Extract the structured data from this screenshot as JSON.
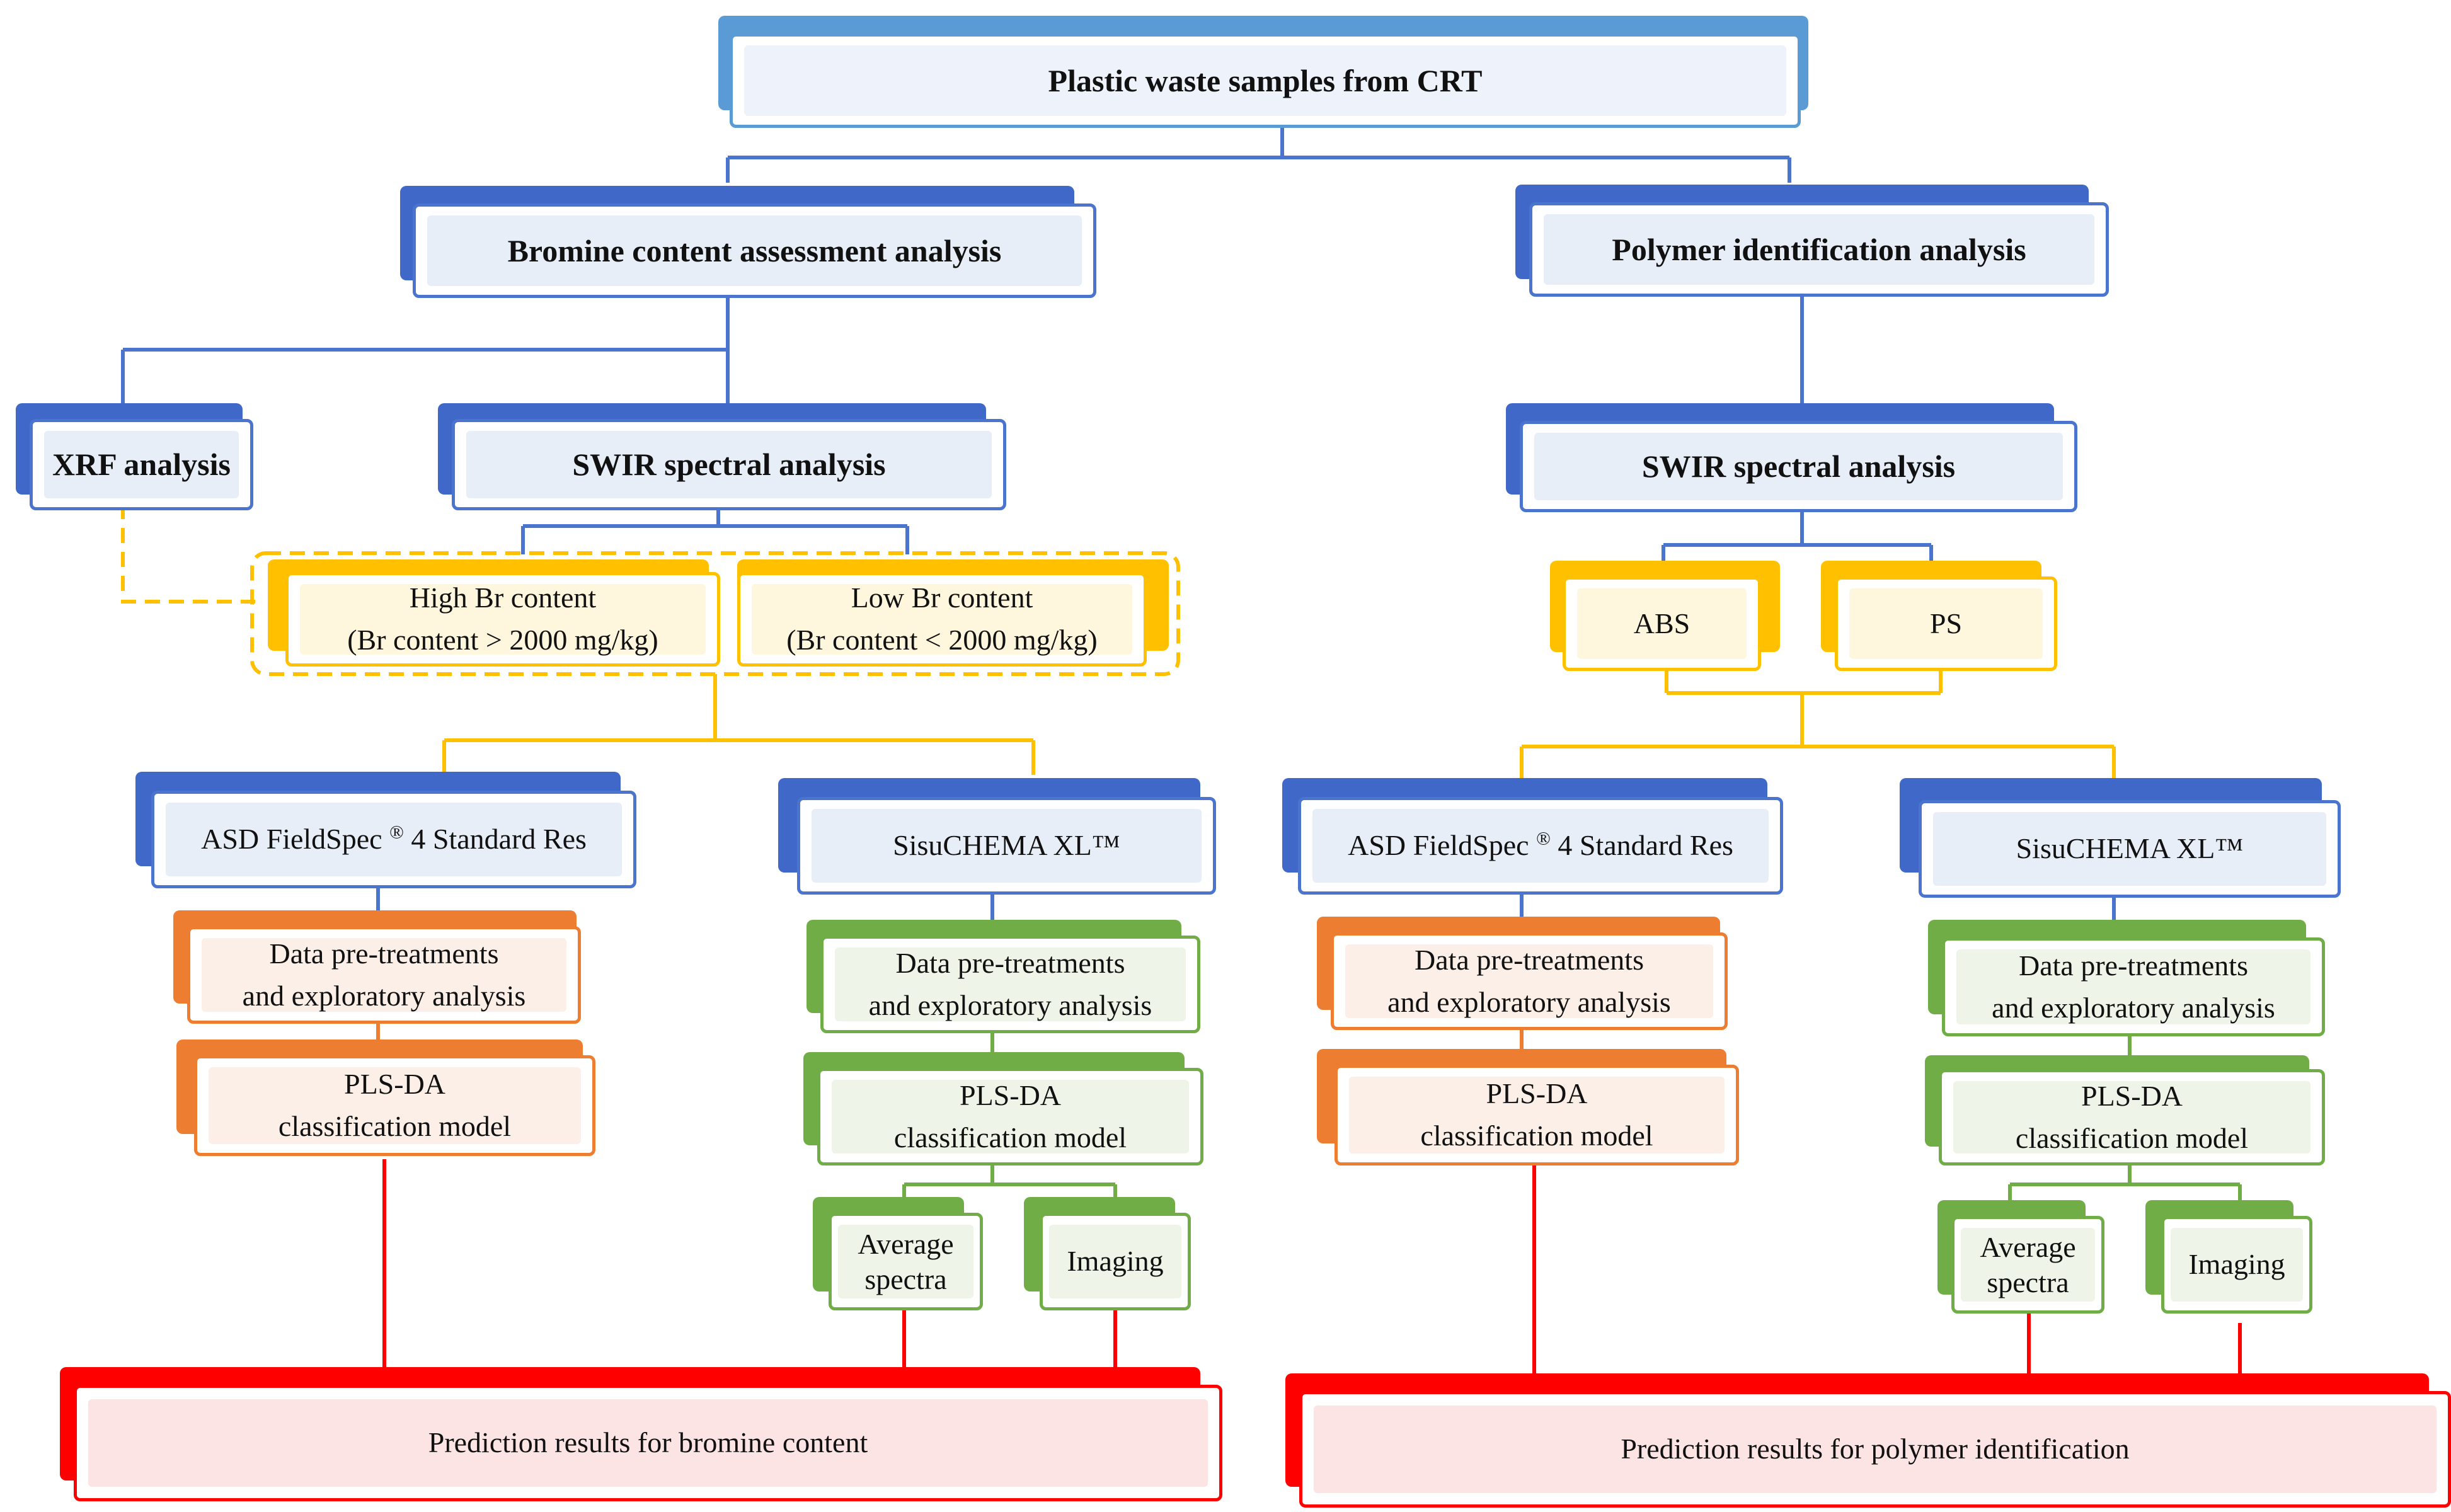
{
  "colors": {
    "blue": "#4A74CE",
    "top_blue": "#5B9BD5",
    "yellow": "#FFC000",
    "orange": "#ED7D31",
    "green": "#70AD47",
    "red": "#FF0000"
  },
  "top": {
    "title": "Plastic waste samples from CRT"
  },
  "left": {
    "title": "Bromine content assessment analysis",
    "xrf": "XRF analysis",
    "swir": "SWIR spectral analysis",
    "high": {
      "line1": "High Br content",
      "line2": "(Br content > 2000 mg/kg)"
    },
    "low": {
      "line1": "Low Br content",
      "line2": "(Br content < 2000 mg/kg)"
    },
    "asd": {
      "label": "ASD FieldSpec",
      "reg": "®",
      "rest": " 4 Standard Res"
    },
    "sisu": "SisuCHEMA  XL™",
    "asd_pre": {
      "line1": "Data pre-treatments",
      "line2": "and exploratory analysis"
    },
    "asd_pls": {
      "line1": "PLS-DA",
      "line2": "classification model"
    },
    "sisu_pre": {
      "line1": "Data pre-treatments",
      "line2": "and exploratory analysis"
    },
    "sisu_pls": {
      "line1": "PLS-DA",
      "line2": "classification model"
    },
    "average": {
      "line1": "Average",
      "line2": "spectra"
    },
    "imaging": "Imaging",
    "result": "Prediction results  for bromine content"
  },
  "right": {
    "title": "Polymer identification analysis",
    "swir": "SWIR spectral analysis",
    "abs": "ABS",
    "ps": "PS",
    "asd": {
      "label": "ASD FieldSpec",
      "reg": "®",
      "rest": " 4 Standard Res"
    },
    "sisu": "SisuCHEMA  XL™",
    "asd_pre": {
      "line1": "Data pre-treatments",
      "line2": "and exploratory analysis"
    },
    "asd_pls": {
      "line1": "PLS-DA",
      "line2": "classification model"
    },
    "sisu_pre": {
      "line1": "Data pre-treatments",
      "line2": "and exploratory analysis"
    },
    "sisu_pls": {
      "line1": "PLS-DA",
      "line2": "classification model"
    },
    "average": {
      "line1": "Average",
      "line2": "spectra"
    },
    "imaging": "Imaging",
    "result": "Prediction results  for polymer identification"
  }
}
